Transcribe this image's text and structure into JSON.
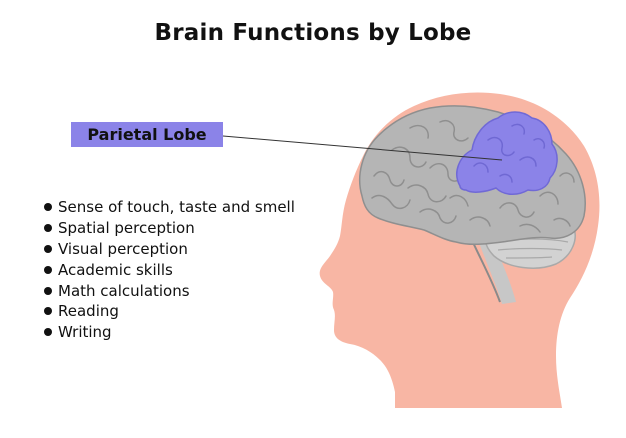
{
  "title": "Brain Functions by Lobe",
  "lobe": {
    "label": "Parietal Lobe",
    "color": "#8b83e8"
  },
  "functions": [
    "Sense of touch, taste and smell",
    "Spatial perception",
    "Visual perception",
    "Academic skills",
    "Math calculations",
    "Reading",
    "Writing"
  ],
  "colors": {
    "skin": "#f8b6a4",
    "brain": "#b5b5b5",
    "highlight": "#8b83e8",
    "cerebellum": "#d2d2d2"
  }
}
